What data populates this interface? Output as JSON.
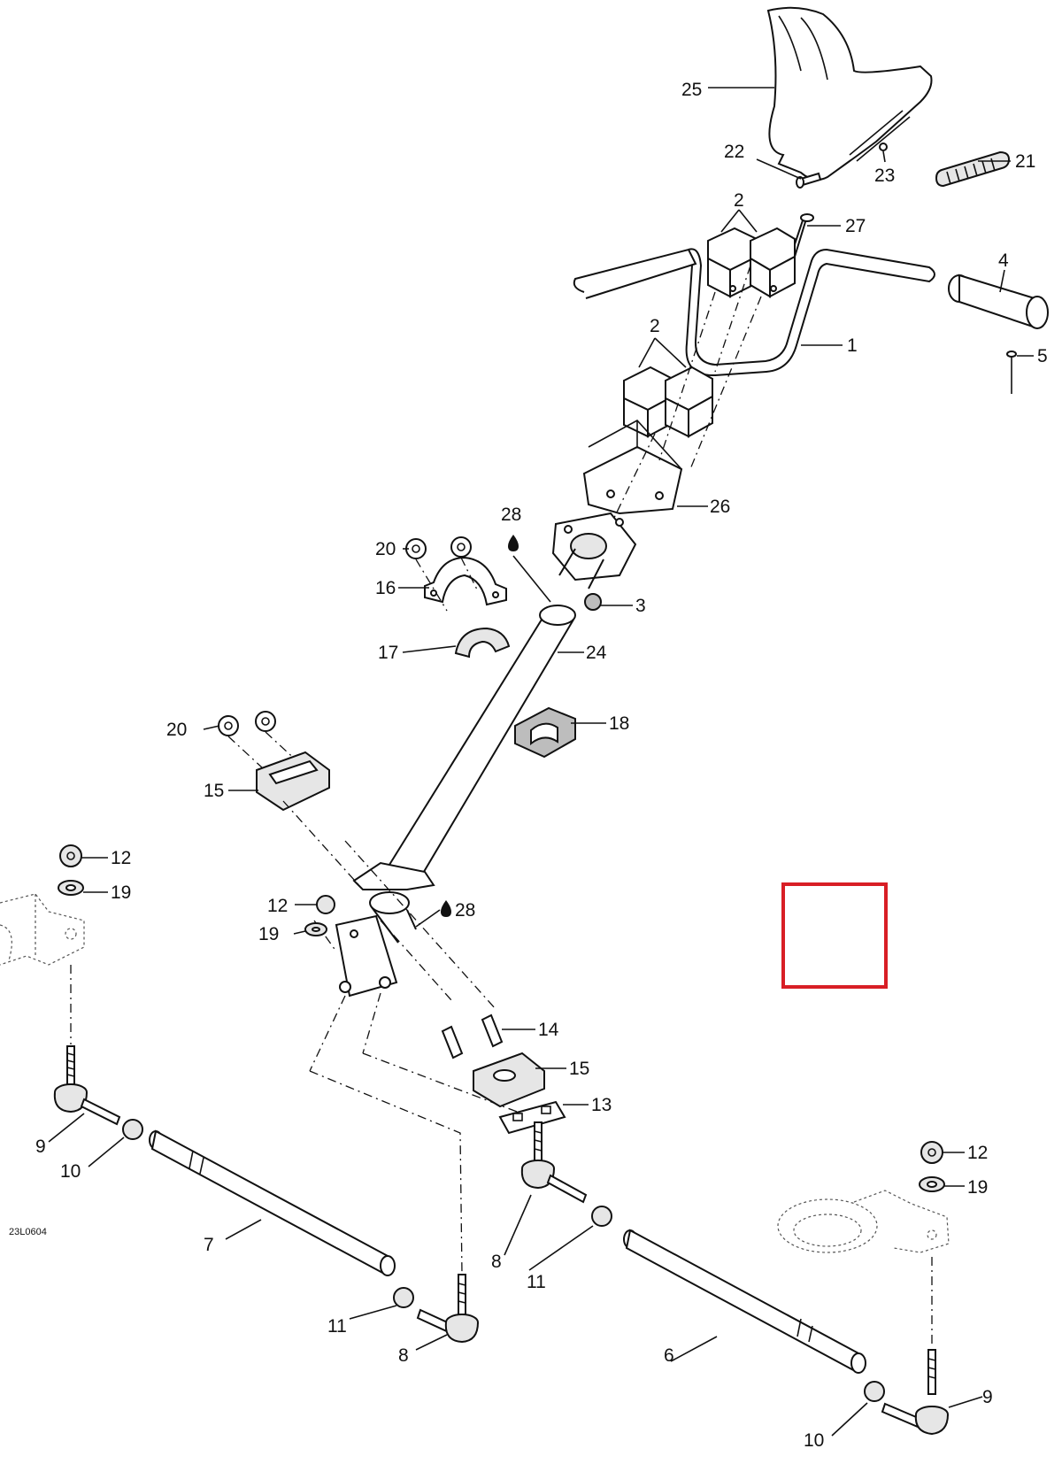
{
  "figure_code": "23L0604",
  "callouts": [
    {
      "id": "c25",
      "text": "25"
    },
    {
      "id": "c22",
      "text": "22"
    },
    {
      "id": "c23",
      "text": "23"
    },
    {
      "id": "c21",
      "text": "21"
    },
    {
      "id": "c2a",
      "text": "2"
    },
    {
      "id": "c27",
      "text": "27"
    },
    {
      "id": "c4",
      "text": "4"
    },
    {
      "id": "c1",
      "text": "1"
    },
    {
      "id": "c2b",
      "text": "2"
    },
    {
      "id": "c5",
      "text": "5"
    },
    {
      "id": "c26",
      "text": "26"
    },
    {
      "id": "c28a",
      "text": "28"
    },
    {
      "id": "c20a",
      "text": "20"
    },
    {
      "id": "c16",
      "text": "16"
    },
    {
      "id": "c3",
      "text": "3"
    },
    {
      "id": "c17",
      "text": "17"
    },
    {
      "id": "c24",
      "text": "24"
    },
    {
      "id": "c20b",
      "text": "20"
    },
    {
      "id": "c18",
      "text": "18"
    },
    {
      "id": "c15a",
      "text": "15"
    },
    {
      "id": "c12a",
      "text": "12"
    },
    {
      "id": "c19a",
      "text": "19"
    },
    {
      "id": "c12b",
      "text": "12"
    },
    {
      "id": "c28b",
      "text": "28"
    },
    {
      "id": "c19b",
      "text": "19"
    },
    {
      "id": "c14",
      "text": "14"
    },
    {
      "id": "c15b",
      "text": "15"
    },
    {
      "id": "c13",
      "text": "13"
    },
    {
      "id": "c9a",
      "text": "9"
    },
    {
      "id": "c10a",
      "text": "10"
    },
    {
      "id": "c12c",
      "text": "12"
    },
    {
      "id": "c19c",
      "text": "19"
    },
    {
      "id": "c7",
      "text": "7"
    },
    {
      "id": "c8a",
      "text": "8"
    },
    {
      "id": "c11a",
      "text": "11"
    },
    {
      "id": "c11b",
      "text": "11"
    },
    {
      "id": "c8b",
      "text": "8"
    },
    {
      "id": "c6",
      "text": "6"
    },
    {
      "id": "c9b",
      "text": "9"
    },
    {
      "id": "c10b",
      "text": "10"
    }
  ],
  "highlight_color": "#d81e25"
}
